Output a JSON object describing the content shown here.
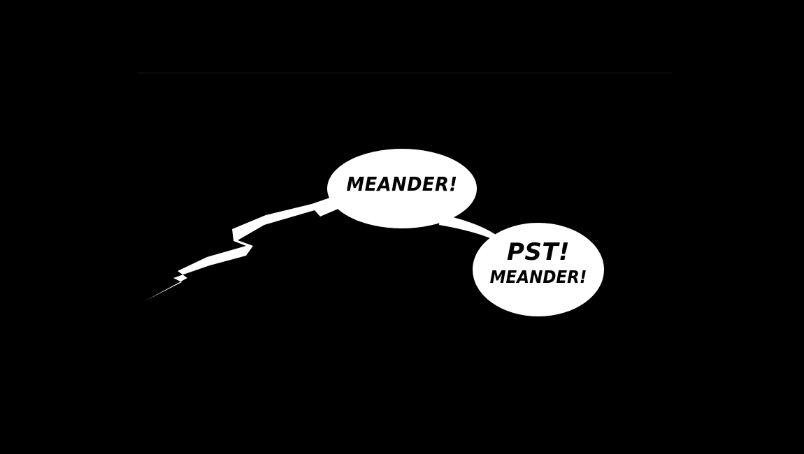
{
  "bubbles": [
    {
      "id": "bubble-1",
      "lines": [
        "MEANDER!"
      ]
    },
    {
      "id": "bubble-2",
      "lines": [
        "PST!",
        "MEANDER!"
      ]
    }
  ],
  "colors": {
    "background": "#000000",
    "balloon": "#ffffff",
    "lettering": "#000000"
  }
}
